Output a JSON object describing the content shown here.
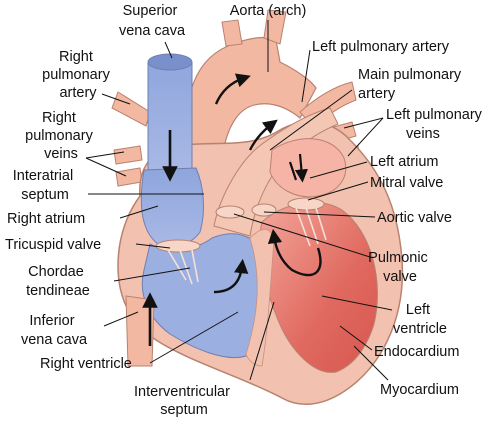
{
  "labels": {
    "superior_vena_cava": [
      "Superior",
      "vena cava"
    ],
    "aorta_arch": "Aorta (arch)",
    "right_pulmonary_artery": [
      "Right",
      "pulmonary",
      "artery"
    ],
    "left_pulmonary_artery": "Left pulmonary artery",
    "main_pulmonary_artery": [
      "Main pulmonary",
      "artery"
    ],
    "right_pulmonary_veins": [
      "Right",
      "pulmonary",
      "veins"
    ],
    "left_pulmonary_veins": [
      "Left pulmonary",
      "veins"
    ],
    "left_atrium": "Left atrium",
    "interatrial_septum": [
      "Interatrial",
      "septum"
    ],
    "mitral_valve": "Mitral valve",
    "right_atrium": "Right atrium",
    "aortic_valve": "Aortic valve",
    "tricuspid_valve": "Tricuspid valve",
    "pulmonic_valve": [
      "Pulmonic",
      "valve"
    ],
    "chordae_tendineae": [
      "Chordae",
      "tendineae"
    ],
    "left_ventricle": [
      "Left",
      "ventricle"
    ],
    "inferior_vena_cava": [
      "Inferior",
      "vena cava"
    ],
    "endocardium": "Endocardium",
    "right_ventricle": "Right ventricle",
    "myocardium": "Myocardium",
    "interventricular_septum": [
      "Interventricular",
      "septum"
    ]
  },
  "colors": {
    "deoxygenated_blue": "#93a8dc",
    "oxygenated_red": "#e0695f",
    "heart_wall": "#f2c1b0",
    "vessel_pink": "#f2b8a2",
    "outline": "#b9826f"
  }
}
